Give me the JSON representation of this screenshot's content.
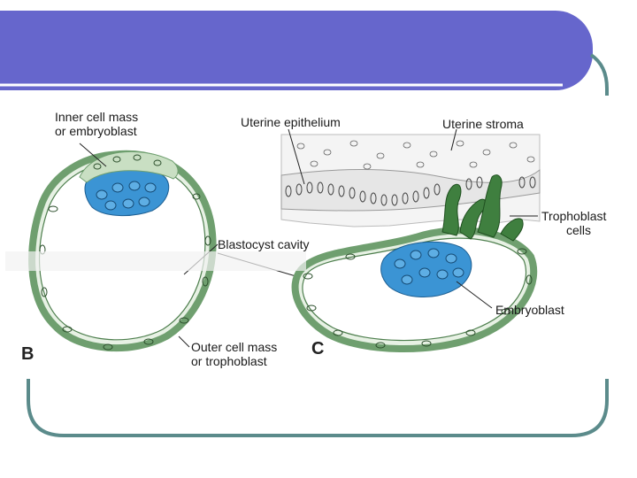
{
  "slide": {
    "title": "",
    "colors": {
      "header": "#6666cc",
      "frame": "#5b8b8b",
      "icm": "#3b94d4",
      "trophoblast": "#3f7f3f",
      "cell_wall": "#6f9f6f"
    }
  },
  "diagram": {
    "panel_b": {
      "letter": "B",
      "labels": {
        "inner_cell_mass_1": "Inner cell mass",
        "inner_cell_mass_2": "or embryoblast",
        "blastocyst_cavity": "Blastocyst cavity",
        "outer_cell_mass_1": "Outer cell mass",
        "outer_cell_mass_2": "or trophoblast"
      }
    },
    "panel_c": {
      "letter": "C",
      "labels": {
        "uterine_epithelium": "Uterine epithelium",
        "uterine_stroma": "Uterine stroma",
        "trophoblast_cells_1": "Trophoblast",
        "trophoblast_cells_2": "cells",
        "embryoblast": "Embryoblast"
      }
    }
  }
}
